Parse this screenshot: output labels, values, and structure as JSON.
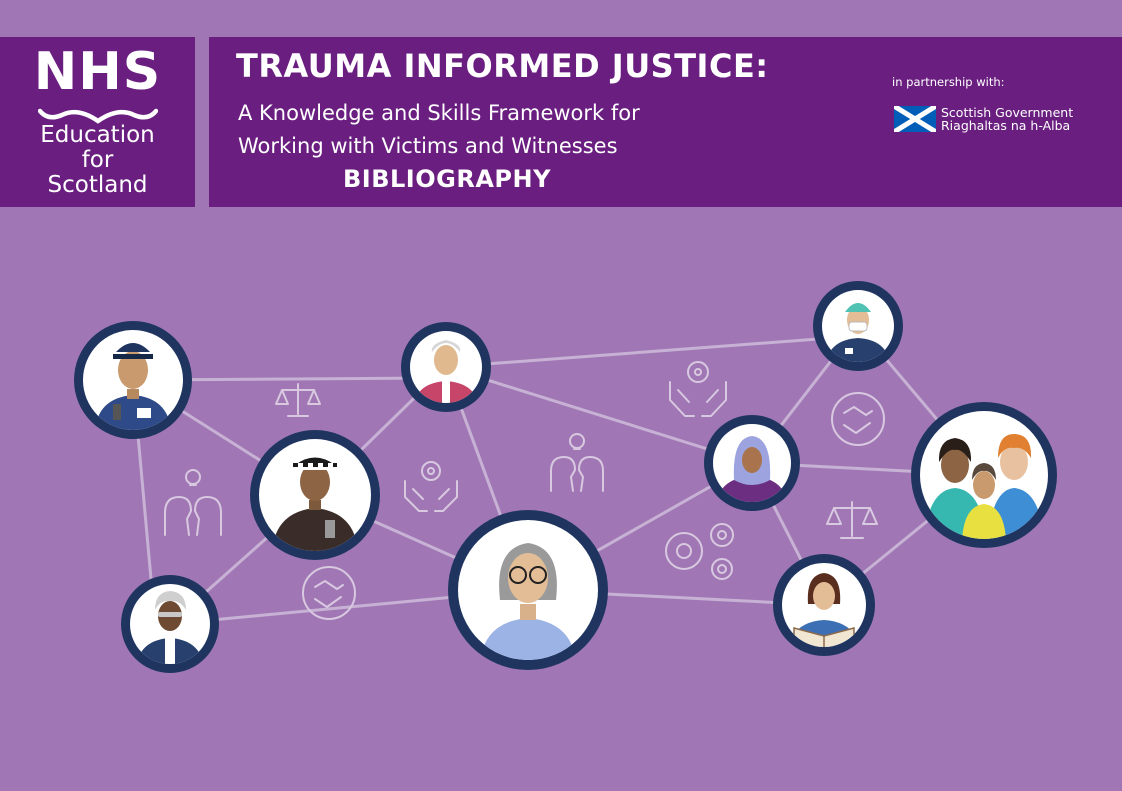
{
  "logo": {
    "nhs": "NHS",
    "line1": "Education",
    "line2": "for",
    "line3": "Scotland"
  },
  "title": {
    "main": "TRAUMA INFORMED JUSTICE:",
    "sub_line1": "A Knowledge and Skills Framework for",
    "sub_line2": "Working with Victims and Witnesses",
    "section": "BIBLIOGRAPHY"
  },
  "partner": {
    "label": "in partnership with:",
    "org_line1": "Scottish Government",
    "org_line2": "Riaghaltas na h-Alba"
  },
  "colors": {
    "background": "#a077b4",
    "header_panel": "#6a1f80",
    "avatar_ring": "#1f3560",
    "network_line": "#c7b1d4"
  },
  "network": {
    "people": [
      "police-officer-cap",
      "judge",
      "police-officer-checkered-hat",
      "older-woman",
      "nurse",
      "woman-in-hijab",
      "family",
      "woman-with-book",
      "woman-with-grey-hair"
    ],
    "decorations": [
      "scales-of-justice-icon",
      "heads-with-lightbulb-icon",
      "hands-with-gear-icon",
      "handshake-icon",
      "gears-icon"
    ]
  }
}
